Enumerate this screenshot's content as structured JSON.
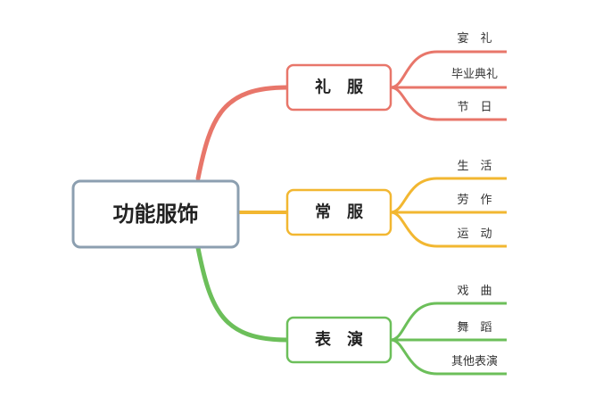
{
  "root": {
    "label": "功能服饰"
  },
  "branches": [
    {
      "label": "礼　服",
      "color": "#e8766a",
      "leaves": [
        "宴　礼",
        "毕业典礼",
        "节　日"
      ]
    },
    {
      "label": "常　服",
      "color": "#f2b731",
      "leaves": [
        "生　活",
        "劳　作",
        "运　动"
      ]
    },
    {
      "label": "表　演",
      "color": "#6cbf5a",
      "leaves": [
        "戏　曲",
        "舞　蹈",
        "其他表演"
      ]
    }
  ],
  "colors": {
    "root_border": "#8c9fb0",
    "text": "#222222"
  }
}
